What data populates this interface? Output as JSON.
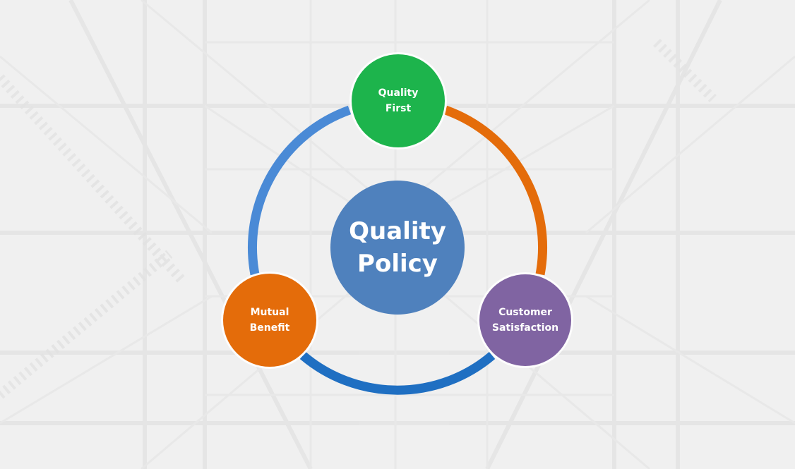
{
  "diagram": {
    "title": "Quality Policy",
    "center": {
      "line1": "Quality",
      "line2": "Policy",
      "color": "#4f81bd"
    },
    "nodes": [
      {
        "id": "quality-first",
        "line1": "Quality",
        "line2": "First",
        "color": "#1db44c"
      },
      {
        "id": "customer-satisfaction",
        "line1": "Customer",
        "line2": "Satisfaction",
        "color": "#8064a2"
      },
      {
        "id": "mutual-benefit",
        "line1": "Mutual",
        "line2": "Benefit",
        "color": "#e46c0a"
      }
    ],
    "connectors": [
      {
        "from": "quality-first",
        "to": "customer-satisfaction",
        "color": "#e46c0a"
      },
      {
        "from": "customer-satisfaction",
        "to": "mutual-benefit",
        "color": "#1f6fc2"
      },
      {
        "from": "mutual-benefit",
        "to": "quality-first",
        "color": "#4a8ad6"
      }
    ]
  },
  "background": {
    "color": "#f0f0f0",
    "texture": "faded steel lattice tower"
  }
}
